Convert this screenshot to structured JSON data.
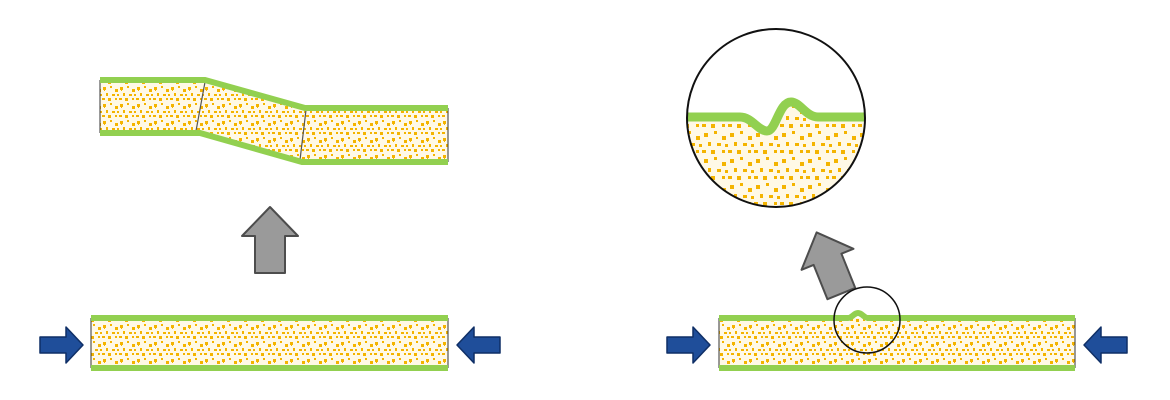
{
  "colors": {
    "background": "#ffffff",
    "face_sheet": "#92d050",
    "core_fill": "#fff9e6",
    "core_dots": "#f4b400",
    "outline": "#333333",
    "arrow_load": "#1f4e9a",
    "arrow_load_stroke": "#0f2f66",
    "arrow_transition": "#9a9a9a",
    "arrow_transition_stroke": "#4d4d4d",
    "magnifier": "#111111"
  },
  "panels": [
    {
      "id": "left",
      "icons": [
        "compression-arrow-icon",
        "compression-arrow-icon",
        "up-arrow-icon"
      ],
      "states": [
        "straight-sandwich-beam",
        "shear-crimped-beam"
      ]
    },
    {
      "id": "right",
      "icons": [
        "compression-arrow-icon",
        "compression-arrow-icon",
        "up-arrow-icon",
        "magnifier-icon"
      ],
      "states": [
        "straight-sandwich-beam",
        "face-wrinkled-beam",
        "wrinkle-detail"
      ]
    }
  ]
}
